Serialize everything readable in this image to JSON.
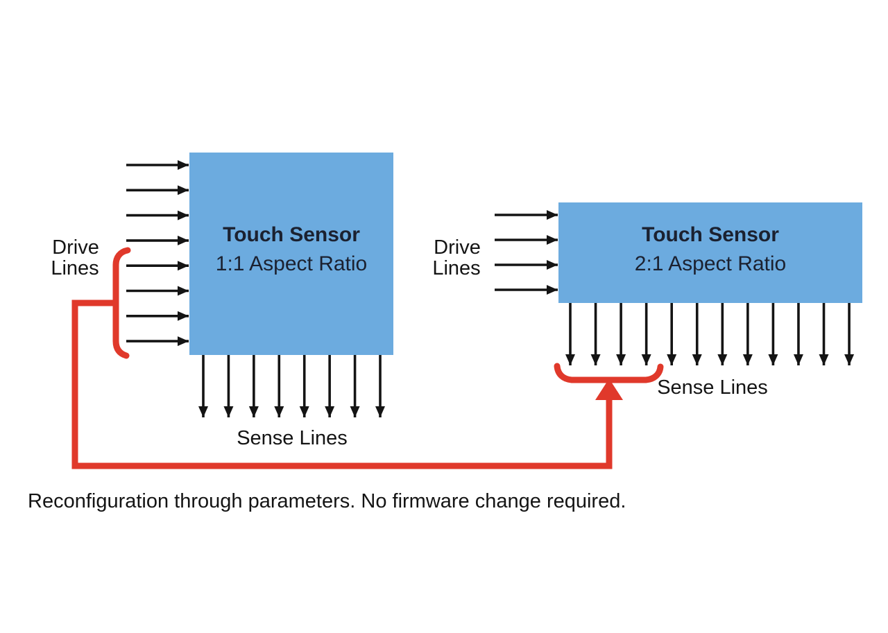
{
  "colors": {
    "sensor_fill": "#6cabdf",
    "ink": "#141414",
    "box_text": "#1b2130",
    "highlight": "#e0392b"
  },
  "sensor_left": {
    "title": "Touch Sensor",
    "subtitle": "1:1 Aspect Ratio",
    "drive_label": [
      "Drive",
      "Lines"
    ],
    "sense_label": "Sense Lines",
    "drive_line_count": 8,
    "sense_line_count": 8
  },
  "sensor_right": {
    "title": "Touch Sensor",
    "subtitle": "2:1 Aspect Ratio",
    "drive_label": [
      "Drive",
      "Lines"
    ],
    "sense_label": "Sense Lines",
    "drive_line_count": 4,
    "sense_line_count": 12
  },
  "caption": "Reconfiguration through parameters. No firmware change required."
}
